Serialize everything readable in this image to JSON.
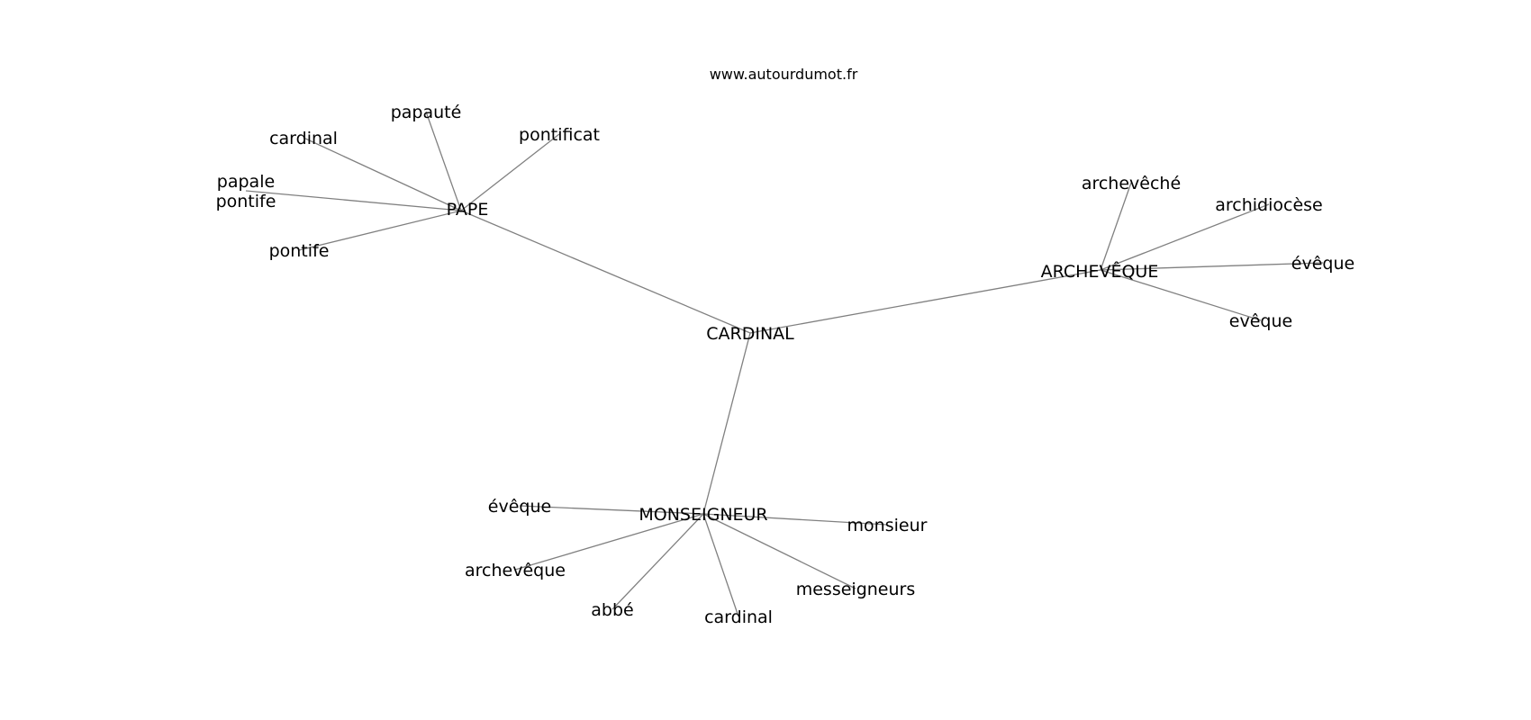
{
  "source": "www.autourdumot.fr",
  "graph": {
    "center": {
      "id": "cardinal_center",
      "label": "CARDINAL"
    },
    "hubs": [
      {
        "id": "pape",
        "label": "PAPE",
        "leaves": [
          {
            "id": "pape_papaute",
            "label": "papauté"
          },
          {
            "id": "pape_pontificat",
            "label": "pontificat"
          },
          {
            "id": "pape_cardinal",
            "label": "cardinal"
          },
          {
            "id": "pape_papale_pontife",
            "label": "papale pontife",
            "lines": [
              "papale",
              "pontife"
            ]
          },
          {
            "id": "pape_pontife",
            "label": "pontife"
          }
        ]
      },
      {
        "id": "archeveque",
        "label": "ARCHEVÊQUE",
        "leaves": [
          {
            "id": "arch_archeveche",
            "label": "archevêché"
          },
          {
            "id": "arch_archidiocese",
            "label": "archidiocèse"
          },
          {
            "id": "arch_eveque1",
            "label": "évêque"
          },
          {
            "id": "arch_eveque2",
            "label": "evêque"
          }
        ]
      },
      {
        "id": "monseigneur",
        "label": "MONSEIGNEUR",
        "leaves": [
          {
            "id": "mons_eveque",
            "label": "évêque"
          },
          {
            "id": "mons_archeveque",
            "label": "archevêque"
          },
          {
            "id": "mons_abbe",
            "label": "abbé"
          },
          {
            "id": "mons_cardinal",
            "label": "cardinal"
          },
          {
            "id": "mons_messeigneurs",
            "label": "messeigneurs"
          },
          {
            "id": "mons_monsieur",
            "label": "monsieur"
          }
        ]
      }
    ]
  }
}
